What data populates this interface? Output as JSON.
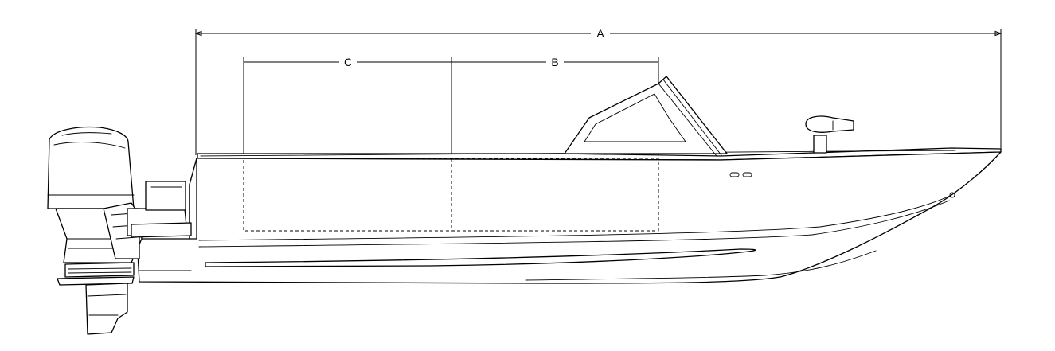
{
  "dimensions": {
    "overall_label": "A",
    "rear_label": "C",
    "forward_label": "B"
  }
}
